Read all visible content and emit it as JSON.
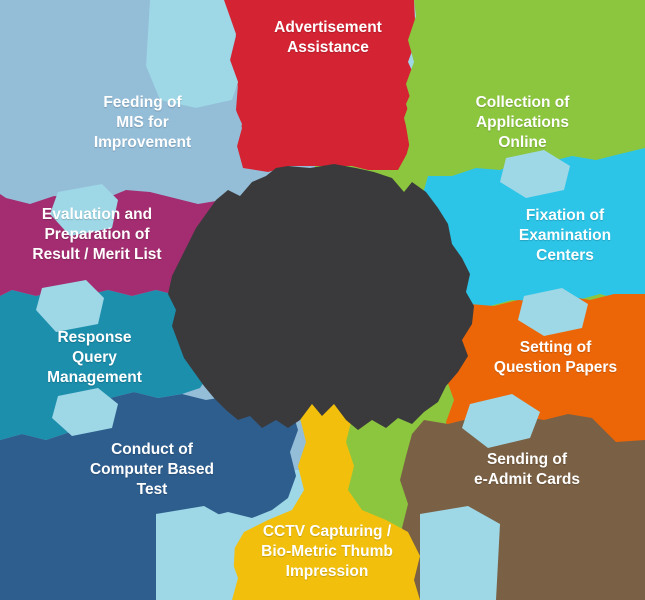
{
  "diagram": {
    "type": "radial-process-wheel",
    "center": {
      "fill": "#3a3a3c",
      "label": ""
    },
    "colors": {
      "background_left": "#94bdd8",
      "background_right": "#8cc63e",
      "connector": "#9ed7e6",
      "center_dark": "#3a3a3c",
      "red": "#d42333",
      "green": "#8cc63e",
      "cyan": "#2cc5e8",
      "orange": "#ec6608",
      "brown": "#7a6044",
      "yellow": "#f2c00c",
      "blue": "#2e5e8e",
      "teal": "#1c8fad",
      "magenta": "#a32d70",
      "steel": "#94bdd8"
    },
    "segments": [
      {
        "id": "advertisement-assistance",
        "label": "Advertisement\nAssistance",
        "color": "#d42333",
        "text_color": "#ffffff"
      },
      {
        "id": "collection-of-applications",
        "label": "Collection of\nApplications\nOnline",
        "color": "#8cc63e",
        "text_color": "#ffffff"
      },
      {
        "id": "fixation-of-exam-centers",
        "label": "Fixation of\nExamination\nCenters",
        "color": "#2cc5e8",
        "text_color": "#ffffff"
      },
      {
        "id": "setting-of-question-papers",
        "label": "Setting of\nQuestion Papers",
        "color": "#ec6608",
        "text_color": "#ffffff"
      },
      {
        "id": "sending-of-e-admit-cards",
        "label": "Sending of\ne-Admit Cards",
        "color": "#7a6044",
        "text_color": "#ffffff"
      },
      {
        "id": "cctv-biometric",
        "label": "CCTV Capturing /\nBio-Metric Thumb\nImpression",
        "color": "#f2c00c",
        "text_color": "#ffffff"
      },
      {
        "id": "conduct-of-cbt",
        "label": "Conduct of\nComputer Based\nTest",
        "color": "#2e5e8e",
        "text_color": "#ffffff"
      },
      {
        "id": "response-query-management",
        "label": "Response\nQuery\nManagement",
        "color": "#1c8fad",
        "text_color": "#ffffff"
      },
      {
        "id": "evaluation-and-result",
        "label": "Evaluation and\nPreparation of\nResult / Merit List",
        "color": "#a32d70",
        "text_color": "#ffffff"
      },
      {
        "id": "feeding-of-mis",
        "label": "Feeding of\nMIS for\nImprovement",
        "color": "#94bdd8",
        "text_color": "#ffffff"
      }
    ]
  }
}
